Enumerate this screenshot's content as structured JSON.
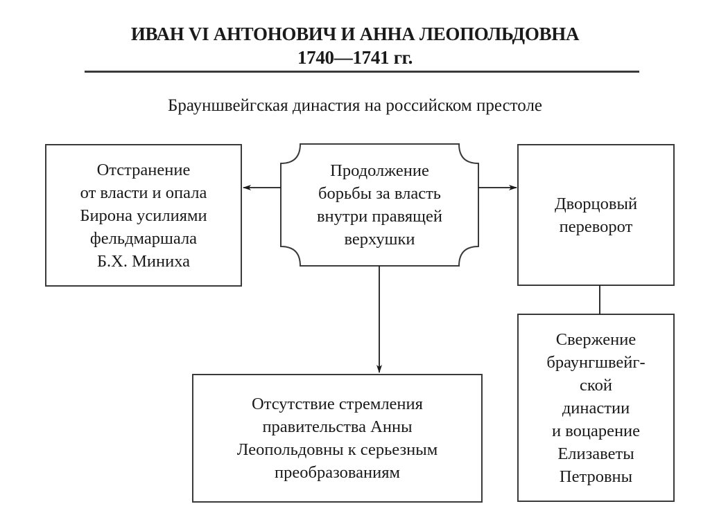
{
  "header": {
    "title_line1": "ИВАН VI АНТОНОВИЧ И АННА ЛЕОПОЛЬДОВНА",
    "title_line2": "1740—1741 гг.",
    "subtitle": "Брауншвейгская династия на российском престоле"
  },
  "nodes": {
    "center": {
      "text": "Продолжение\nборьбы за власть\nвнутри правящей\nверхушки"
    },
    "left": {
      "text": "Отстранение\nот власти и опала\nБирона усилиями\nфельдмаршала\nБ.Х. Миниха"
    },
    "right_top": {
      "text": "Дворцовый\nпереворот"
    },
    "right_bottom": {
      "text": "Свержение\nбраунгшвейг-\nской\nдинастии\nи воцарение\nЕлизаветы\nПетровны"
    },
    "bottom": {
      "text": "Отсутствие стремления\nправительства Анны\nЛеопольдовны к серьезным\nпреобразованиям"
    }
  },
  "edges": [
    {
      "from": "center",
      "to": "left",
      "type": "arrow"
    },
    {
      "from": "center",
      "to": "right_top",
      "type": "arrow"
    },
    {
      "from": "center",
      "to": "bottom",
      "type": "arrow"
    },
    {
      "from": "right_top",
      "to": "right_bottom",
      "type": "line"
    }
  ]
}
